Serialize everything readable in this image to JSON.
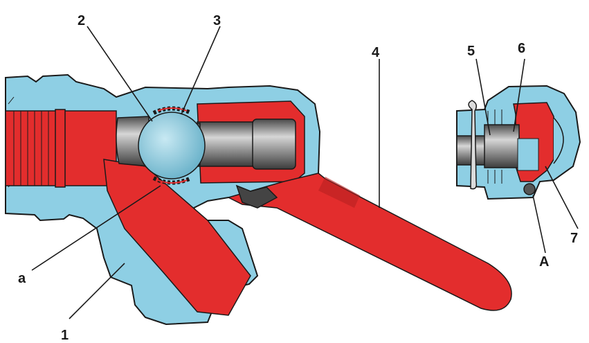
{
  "labels": {
    "l1": "1",
    "l2": "2",
    "l3": "3",
    "l4": "4",
    "l5": "5",
    "l6": "6",
    "l7": "7",
    "la": "a",
    "lA": "A"
  },
  "colors": {
    "housing": "#8ecfe4",
    "passage": "#e32d2d",
    "steel": "#8c8c8c",
    "outline": "#1a1a1a"
  }
}
